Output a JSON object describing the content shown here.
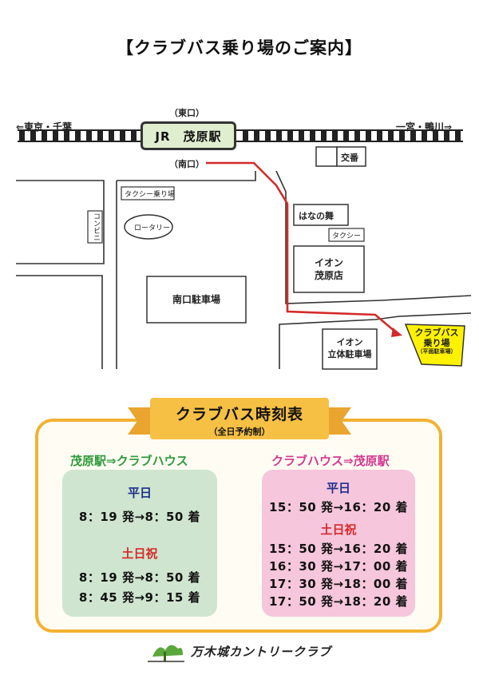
{
  "title": "【クラブバス乗り場のご案内】",
  "map": {
    "rail_left": "⇐東京・千葉",
    "rail_right": "一宮・鴨川⇒",
    "east_exit": "（東口）",
    "south_exit": "（南口）",
    "station": "JR　茂原駅",
    "koban": "交番",
    "taxi_stand": "タクシー乗り場",
    "convenience": "コンビニ",
    "rotary": "ロータリー",
    "hananomai": "はなの舞",
    "taxi": "タクシー",
    "aeon": "イオン\n茂原店",
    "south_parking": "南口駐車場",
    "aeon_parking": "イオン\n立体駐車場",
    "bus_stop_line1": "クラブバス",
    "bus_stop_line2": "乗り場",
    "bus_stop_note": "（平面駐車場）",
    "route_color": "#d42a2a",
    "bus_stop_color": "#fff200"
  },
  "timetable": {
    "title": "クラブバス時刻表",
    "subtitle": "（全日予約制）",
    "accent": "#f2b233",
    "outbound": {
      "heading": "茂原駅⇒クラブハウス",
      "color": "#2e9a3a",
      "panel_color": "#cfe5cf",
      "weekday_label": "平日",
      "weekday": [
        "8：19 発→8：50 着"
      ],
      "holiday_label": "土日祝",
      "holiday": [
        "8：19 発→8：50 着",
        "8：45 発→9：15 着"
      ]
    },
    "inbound": {
      "heading": "クラブハウス⇒茂原駅",
      "color": "#d4388f",
      "panel_color": "#f6c6dc",
      "weekday_label": "平日",
      "weekday": [
        "15：50 発→16：20 着"
      ],
      "holiday_label": "土日祝",
      "holiday": [
        "15：50 発→16：20 着",
        "16：30 発→17：00 着",
        "17：30 発→18：00 着",
        "17：50 発→18：20 着"
      ]
    },
    "weekday_color": "#1d2e8c",
    "holiday_color": "#d42a2a"
  },
  "footer": {
    "logo_icon": "tree-logo-icon",
    "name": "万木城カントリークラブ"
  }
}
